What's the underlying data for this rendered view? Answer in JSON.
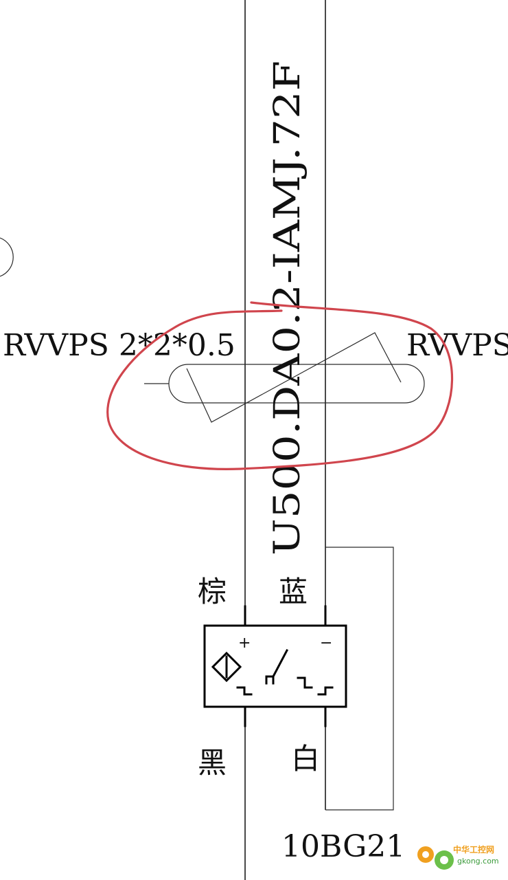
{
  "diagram": {
    "cable_left_label": "RVVPS 2*2*0.5",
    "cable_right_label": "RVVPS",
    "vertical_label": "U500.DA0.2-IAMJ.72F",
    "wire_colors": {
      "top_left": "棕",
      "top_right": "蓝",
      "bottom_left": "黑",
      "bottom_right": "白"
    },
    "polarity": {
      "plus": "+",
      "minus": "−"
    },
    "device_tag": "10BG21"
  },
  "annotation": {
    "circle_color": "#d0454d"
  },
  "watermark": {
    "text": "中华工控网",
    "url": "gkong.com",
    "gear_colors": [
      "#f0a020",
      "#6cc04a"
    ]
  }
}
